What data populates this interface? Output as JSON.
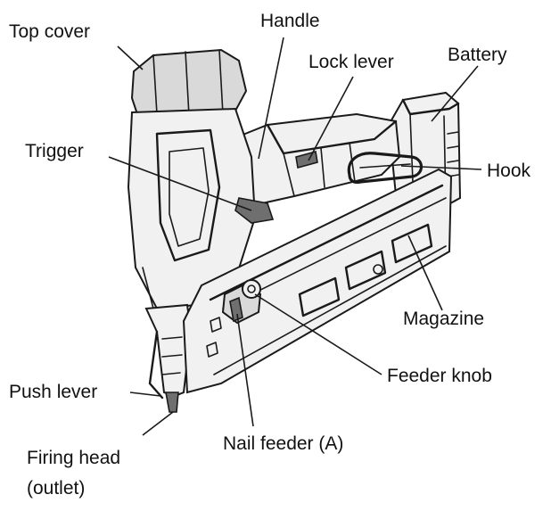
{
  "labels": {
    "top_cover": "Top cover",
    "handle": "Handle",
    "lock_lever": "Lock lever",
    "battery": "Battery",
    "trigger": "Trigger",
    "hook": "Hook",
    "magazine": "Magazine",
    "feeder_knob": "Feeder knob",
    "push_lever": "Push lever",
    "firing_head_line1": "Firing head",
    "firing_head_line2": "(outlet)",
    "nail_feeder": "Nail feeder (A)"
  }
}
